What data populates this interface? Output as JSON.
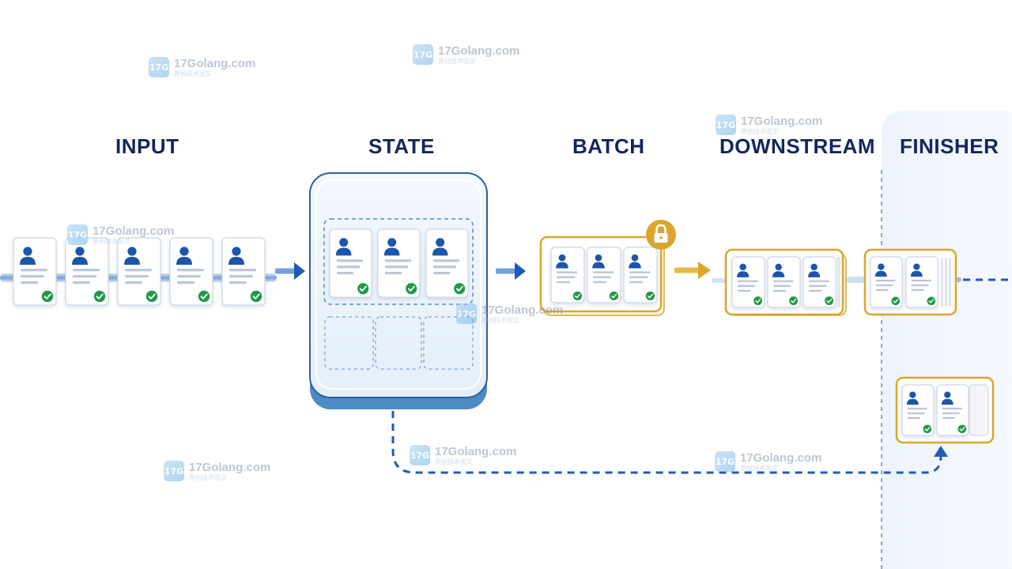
{
  "stages": [
    {
      "id": "input",
      "label": "INPUT"
    },
    {
      "id": "state",
      "label": "STATE"
    },
    {
      "id": "batch",
      "label": "BATCH"
    },
    {
      "id": "downstream",
      "label": "DOWNSTREAM"
    },
    {
      "id": "finisher",
      "label": "FINISHER"
    }
  ],
  "watermark": {
    "text": "17Golang.com",
    "subtext": "原创技术图文",
    "logo_text": "17G"
  },
  "icons": {
    "status": "check-circle-icon",
    "batch_lock": "padlock-icon",
    "card": "user-avatar-icon"
  },
  "colors": {
    "title": "#14265c",
    "flow_blue": "#1f5bb5",
    "batch_gold": "#d9a62e",
    "check_green": "#1f9a47",
    "person_blue": "#1d55a8",
    "finisher_panel": "#eef4fc"
  }
}
